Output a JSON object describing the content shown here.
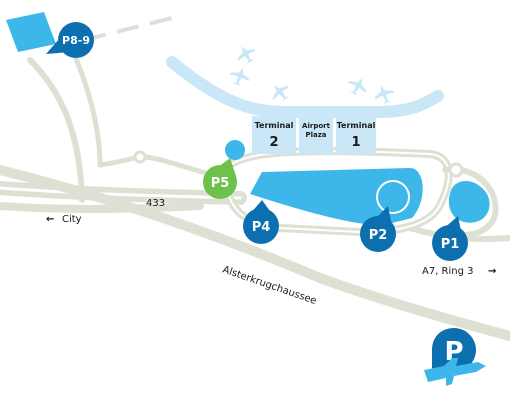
{
  "colors": {
    "road": "#dde1d3",
    "road_outline": "#c9cebd",
    "parking": "#3db7ea",
    "terminal": "#c9e7f6",
    "pin_blue": "#0b6fb0",
    "pin_green": "#6cc24a",
    "text": "#1a1a1a"
  },
  "parking_pins": [
    {
      "label": "P8-9",
      "color": "blue"
    },
    {
      "label": "P5",
      "color": "green"
    },
    {
      "label": "P4",
      "color": "blue"
    },
    {
      "label": "P2",
      "color": "blue"
    },
    {
      "label": "P1",
      "color": "blue"
    }
  ],
  "buildings": {
    "terminal_2": {
      "caption": "Terminal",
      "number": "2"
    },
    "airport_plaza": {
      "line1": "Airport",
      "line2": "Plaza"
    },
    "terminal_1": {
      "caption": "Terminal",
      "number": "1"
    }
  },
  "roads": {
    "route_number": "433",
    "city_label": "City",
    "city_arrow": "←",
    "ring_label": "A7, Ring 3",
    "ring_arrow": "→",
    "street_name": "Alsterkrugchaussee"
  },
  "icons": {
    "airplanes": "airplane-icon",
    "logo": "parking-plane-logo-icon",
    "logo_letter": "P"
  }
}
